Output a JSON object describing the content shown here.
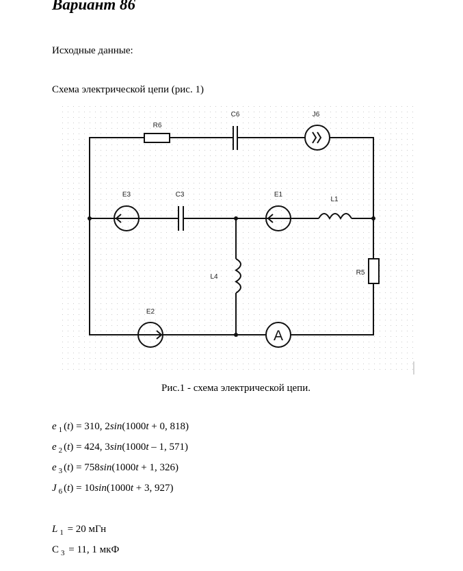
{
  "title": "Вариант 86",
  "intro_label": "Исходные данные:",
  "scheme_label": "Схема электрической цепи (рис. 1)",
  "figure": {
    "caption": "Рис.1 - схема электрической цепи.",
    "labels": {
      "R6": "R6",
      "C6": "C6",
      "J6": "J6",
      "E3": "E3",
      "C3": "C3",
      "E1": "E1",
      "L1": "L1",
      "L4": "L4",
      "R5": "R5",
      "E2": "E2",
      "A": "A"
    }
  },
  "equations": [
    {
      "var": "e",
      "sub": "1",
      "parts": [
        [
          "(",
          false
        ],
        [
          "t",
          true
        ],
        [
          ") = 310, 2",
          false
        ],
        [
          "sin",
          true
        ],
        [
          "(1000",
          false
        ],
        [
          "t",
          true
        ],
        [
          " + 0, 818)",
          false
        ]
      ]
    },
    {
      "var": "e",
      "sub": "2",
      "parts": [
        [
          "(",
          false
        ],
        [
          "t",
          true
        ],
        [
          ") = 424, 3",
          false
        ],
        [
          "sin",
          true
        ],
        [
          "(1000",
          false
        ],
        [
          "t",
          true
        ],
        [
          " – 1, 571)",
          false
        ]
      ]
    },
    {
      "var": "e",
      "sub": "3",
      "parts": [
        [
          "(",
          false
        ],
        [
          "t",
          true
        ],
        [
          ") = 758",
          false
        ],
        [
          "sin",
          true
        ],
        [
          "(1000",
          false
        ],
        [
          "t",
          true
        ],
        [
          " + 1, 326)",
          false
        ]
      ]
    },
    {
      "var": "J",
      "sub": "6",
      "parts": [
        [
          "(",
          false
        ],
        [
          "t",
          true
        ],
        [
          ") = 10",
          false
        ],
        [
          "sin",
          true
        ],
        [
          "(1000",
          false
        ],
        [
          "t",
          true
        ],
        [
          " + 3, 927)",
          false
        ]
      ]
    }
  ],
  "params": [
    {
      "var": "L",
      "italic": true,
      "sub": "1",
      "rest": " = 20 мГн"
    },
    {
      "var": "C",
      "italic": false,
      "sub": "3",
      "rest": " = 11, 1 мкФ"
    }
  ]
}
